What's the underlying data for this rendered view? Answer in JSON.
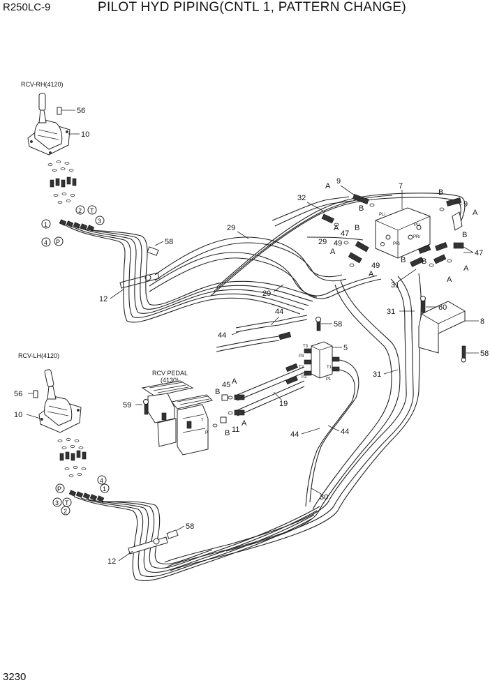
{
  "header": {
    "model": "R250LC-9",
    "title": "PILOT HYD PIPING(CNTL 1, PATTERN CHANGE)"
  },
  "page_number": "3230",
  "components": {
    "rcv_rh": "RCV-RH(4120)",
    "rcv_lh": "RCV-LH(4120)",
    "rcv_pedal_1": "RCV PEDAL",
    "rcv_pedal_2": "(4130)"
  },
  "callouts": {
    "p56a": "56",
    "p10a": "10",
    "p58a": "58",
    "p12a": "12",
    "p32": "32",
    "p29a": "29",
    "p29b": "29",
    "p29c": "29",
    "p9a": "9",
    "p9b": "9",
    "p7": "7",
    "p47a": "47",
    "p47b": "47",
    "p49a": "49",
    "p49b": "49",
    "p31a": "31",
    "p31b": "31",
    "p31c": "31",
    "p60": "60",
    "p8": "8",
    "p58b": "58",
    "p58c": "58",
    "p44a": "44",
    "p44b": "44",
    "p44c": "44",
    "p5": "5",
    "p45": "45",
    "p19": "19",
    "p11": "11",
    "p59": "59",
    "p56b": "56",
    "p10b": "10",
    "p30": "30",
    "p12b": "12",
    "p58d": "58"
  },
  "port_letters": {
    "a1": "A",
    "b1": "B",
    "a2": "A",
    "b2": "B",
    "b3": "B",
    "a3": "A",
    "b4": "B",
    "a4": "A",
    "a5": "A",
    "b5": "B",
    "b6": "B",
    "a6": "A",
    "a7": "A",
    "b7": "B",
    "a8": "A",
    "b8": "B",
    "a9": "A"
  },
  "circled_ports_rh": {
    "c1": "1",
    "c2": "2",
    "c3": "3",
    "c4": "4",
    "cp": "P",
    "ct": "T"
  },
  "circled_ports_lh": {
    "c1": "1",
    "c2": "2",
    "c3": "3",
    "c4": "4",
    "cp": "P",
    "ct": "T"
  },
  "small_port_labels": {
    "t3": "T3",
    "p3": "P3",
    "t2": "T2",
    "p2": "P2",
    "t1": "T1",
    "p1": "P1",
    "pli": "PLi",
    "prr": "PRr",
    "pri": "PRi",
    "plr": "PLr",
    "ped_t": "T",
    "ped_p": "P"
  }
}
